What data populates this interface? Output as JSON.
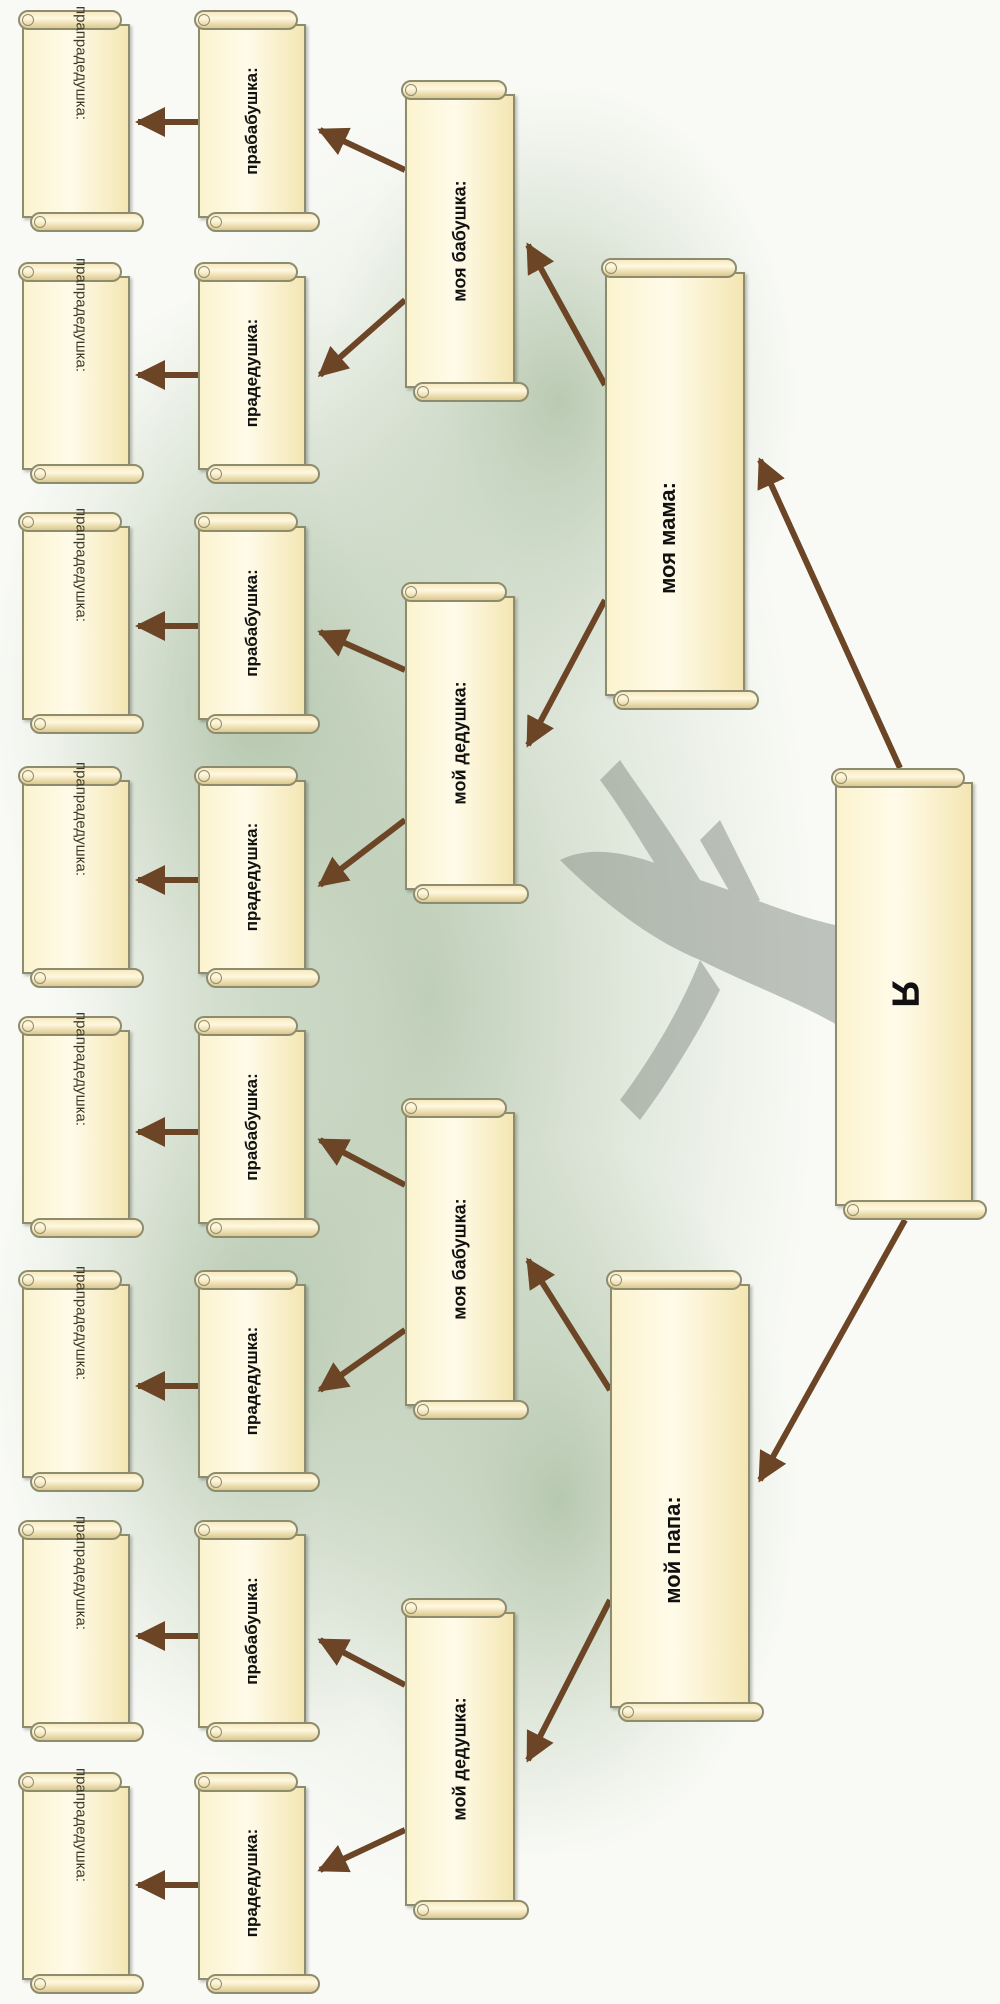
{
  "colors": {
    "arrow": "#6b4526",
    "scroll_border": "#8e8c6f"
  },
  "self": {
    "label": "Я"
  },
  "mother": {
    "label": "моя мама:"
  },
  "father": {
    "label": "мой папа:"
  },
  "grandparents": [
    {
      "label": "моя бабушка:"
    },
    {
      "label": "мой дедушка:"
    },
    {
      "label": "моя бабушка:"
    },
    {
      "label": "мой дедушка:"
    }
  ],
  "great_grandparents": [
    {
      "label": "прабабушка:"
    },
    {
      "label": "прадедушка:"
    },
    {
      "label": "прабабушка:"
    },
    {
      "label": "прадедушка:"
    },
    {
      "label": "прабабушка:"
    },
    {
      "label": "прадедушка:"
    },
    {
      "label": "прабабушка:"
    },
    {
      "label": "прадедушка:"
    }
  ],
  "great_great_grandparents": [
    {
      "label": "прапрадедушка:"
    },
    {
      "label": "прапрадедушка:"
    },
    {
      "label": "прапрадедушка:"
    },
    {
      "label": "прапрадедушка:"
    },
    {
      "label": "прапрадедушка:"
    },
    {
      "label": "прапрадедушка:"
    },
    {
      "label": "прапрадедушка:"
    },
    {
      "label": "прапрадедушка:"
    }
  ]
}
